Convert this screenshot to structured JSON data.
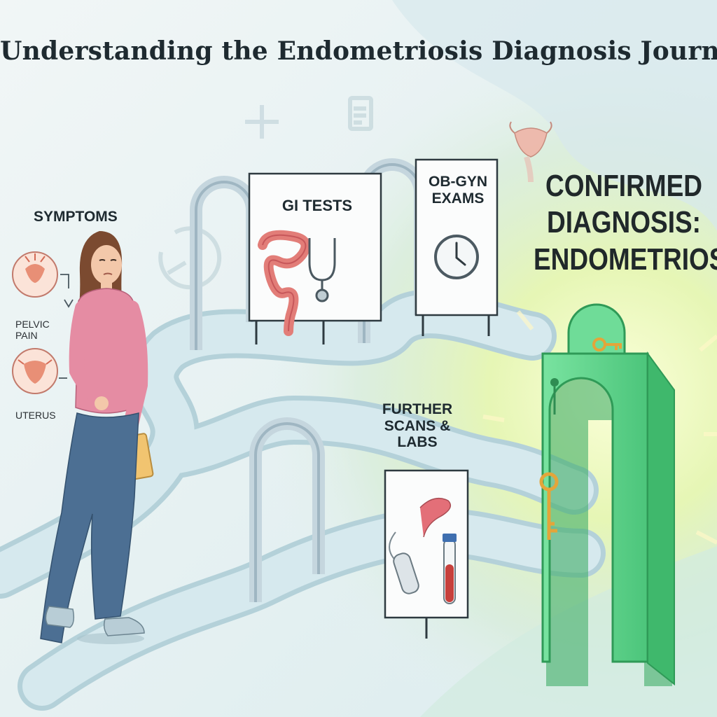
{
  "title": "Understanding the Endometriosis Diagnosis Journey",
  "stages": {
    "symptoms": {
      "label": "SYMPTOMS",
      "items": [
        {
          "label": "PELVIC PAIN",
          "icon": "pelvic-pain-icon"
        },
        {
          "label": "UTERUS",
          "icon": "uterus-icon"
        }
      ]
    },
    "gi_tests": {
      "label": "GI TESTS",
      "icons": [
        "intestines-icon",
        "stethoscope-icon"
      ]
    },
    "obgyn": {
      "label": "OB-GYN EXAMS",
      "icons": [
        "clock-icon"
      ]
    },
    "further": {
      "label": "FURTHER SCANS & LABS",
      "icons": [
        "ultrasound-probe-icon",
        "blood-test-tube-icon"
      ]
    },
    "confirmed": {
      "label": "CONFIRMED DIAGNOSIS: ENDOMETRIOSIS",
      "icons": [
        "key-icon",
        "archway-icon"
      ]
    }
  },
  "colors": {
    "path": "#c6dfe5",
    "arch": "#b8ccd6",
    "gate": "#5fd38a",
    "glow": "#e9f6b8",
    "shirt": "#e58ca3",
    "jeans": "#4c6f93",
    "folder": "#f1c470"
  }
}
